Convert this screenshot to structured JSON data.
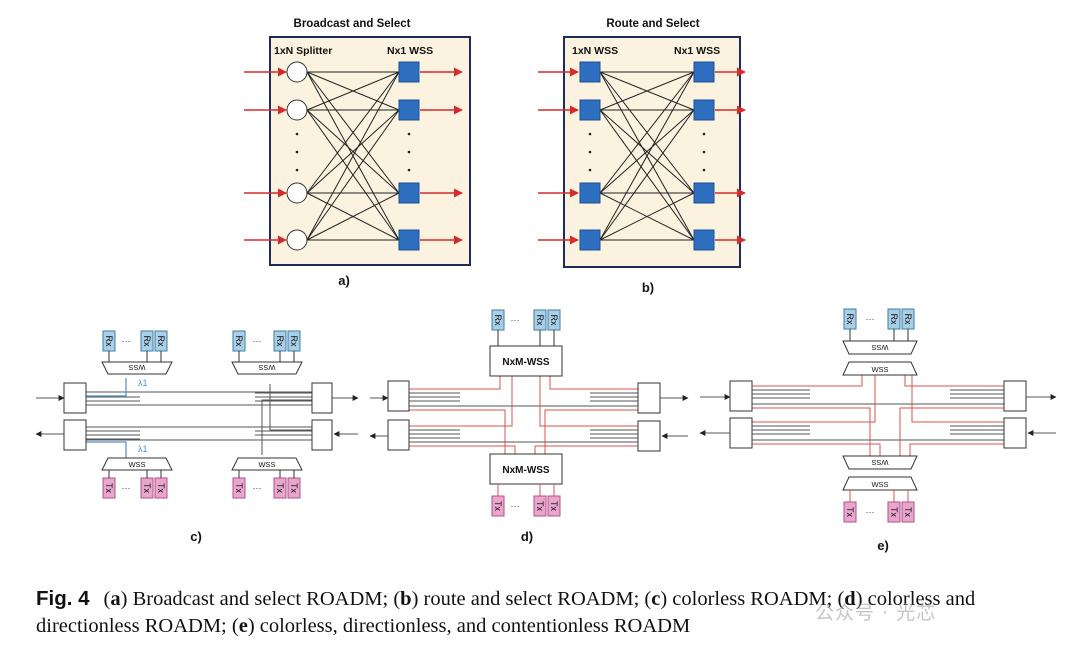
{
  "panel_a": {
    "title": "Broadcast and Select",
    "left_label": "1xN Splitter",
    "right_label": "Nx1 WSS",
    "tag": "a)"
  },
  "panel_b": {
    "title": "Route and Select",
    "left_label": "1xN WSS",
    "right_label": "Nx1 WSS",
    "tag": "b)"
  },
  "panel_c": {
    "tag": "c)",
    "wss": "WSS",
    "rx": "Rx",
    "tx": "Tx",
    "lambda": "λ1",
    "dots": "···"
  },
  "panel_d": {
    "tag": "d)",
    "nxm_top": "NxM-WSS",
    "nxm_bottom": "NxM-WSS",
    "rx": "Rx",
    "tx": "Tx",
    "dots": "···"
  },
  "panel_e": {
    "tag": "e)",
    "wss": "WSS",
    "rx": "Rx",
    "tx": "Tx",
    "dots": "···"
  },
  "caption": {
    "fig_label": "Fig. 4",
    "a": "a",
    "a_text": ") Broadcast and select ROADM; (",
    "b": "b",
    "b_text": ") route and select ROADM; (",
    "c": "c",
    "c_text": ") colorless ROADM; (",
    "d": "d",
    "d_text": ") colorless and directionless ROADM; (",
    "e": "e",
    "e_text": ") colorless, directionless, and contentionless ROADM"
  },
  "watermark": "公众号 · 光芯",
  "colors": {
    "panel_bg": "#fbf3df",
    "wss_blue": "#2f6fbf",
    "arrow_red": "#d62b2b",
    "rx_blue": "#a9cfe6",
    "tx_pink": "#e9a6cd",
    "red_line": "#d9534f"
  }
}
